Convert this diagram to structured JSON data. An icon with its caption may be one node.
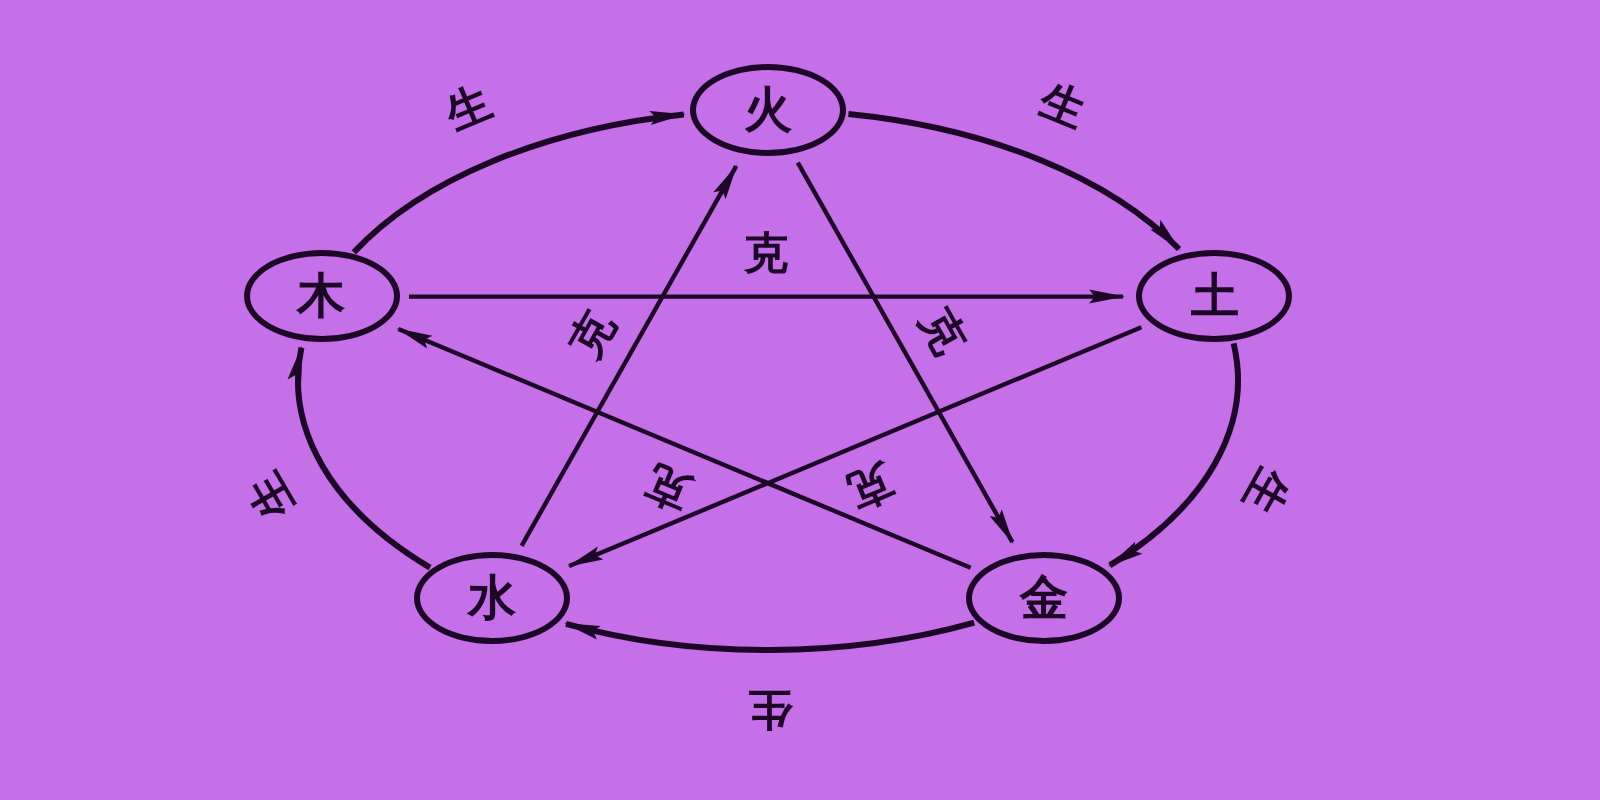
{
  "diagram": {
    "nodes": [
      {
        "text": [
          "火"
        ]
      },
      {
        "text": [
          "土"
        ]
      },
      {
        "text": [
          "金"
        ]
      },
      {
        "text": [
          "水"
        ]
      },
      {
        "text": [
          "木"
        ]
      }
    ],
    "edges": [
      {
        "from": 4,
        "to": 0,
        "arrow": "to",
        "label": "生"
      },
      {
        "from": 0,
        "to": 1,
        "arrow": "to",
        "label": "生"
      },
      {
        "from": 1,
        "to": 2,
        "arrow": "to",
        "label": "生"
      },
      {
        "from": 2,
        "to": 3,
        "arrow": "to",
        "label": "生"
      },
      {
        "from": 3,
        "to": 4,
        "arrow": "to",
        "label": "生"
      },
      {
        "from": 4,
        "to": 1,
        "arrow": "to",
        "label": "克"
      },
      {
        "from": 1,
        "to": 3,
        "arrow": "to",
        "label": "克"
      },
      {
        "from": 3,
        "to": 0,
        "arrow": "to",
        "label": "克"
      },
      {
        "from": 0,
        "to": 2,
        "arrow": "to",
        "label": "克"
      },
      {
        "from": 2,
        "to": 4,
        "arrow": "to",
        "label": "克"
      }
    ]
  }
}
